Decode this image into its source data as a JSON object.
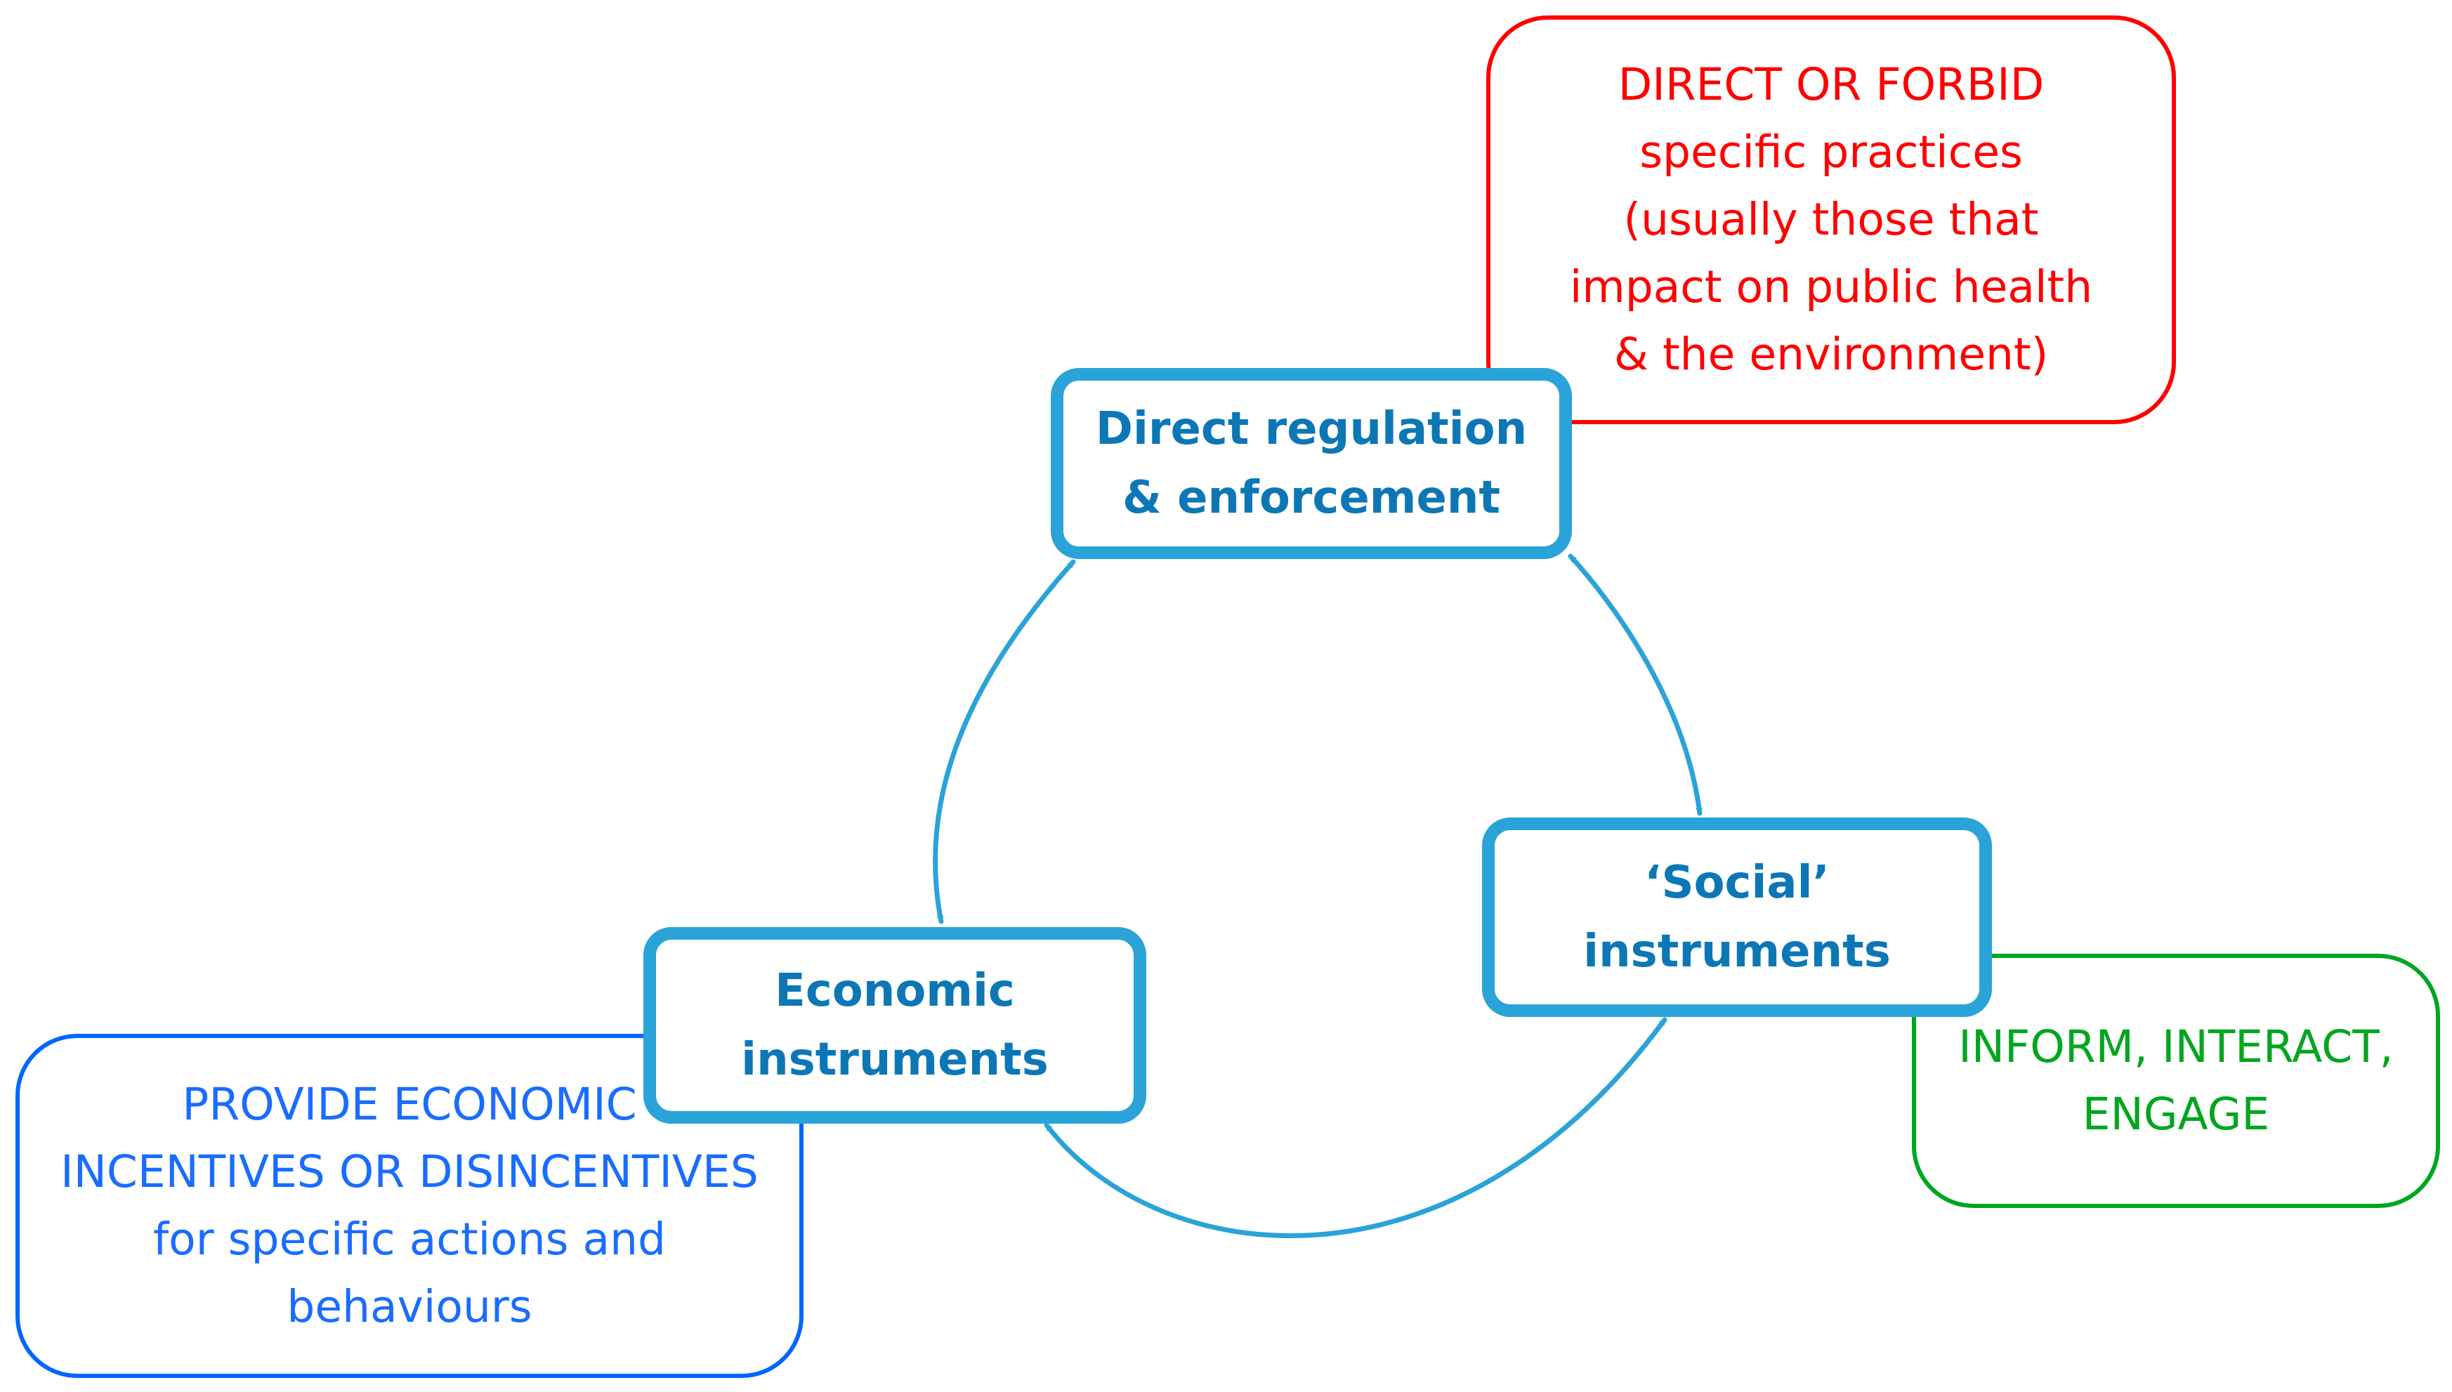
{
  "nodes": {
    "direct_regulation": [
      "Direct regulation",
      "& enforcement"
    ],
    "social": [
      "‘Social’",
      "instruments"
    ],
    "economic": [
      "Economic",
      "instruments"
    ]
  },
  "callouts": {
    "direct": [
      "DIRECT OR FORBID",
      "specific practices",
      "(usually those that",
      "impact on public health",
      "& the environment)"
    ],
    "economic": [
      "PROVIDE ECONOMIC",
      "INCENTIVES OR DISINCENTIVES",
      "for specific actions and",
      "behaviours"
    ],
    "social": [
      "INFORM, INTERACT,",
      "ENGAGE"
    ]
  },
  "colors": {
    "node_border": "#2aa3d8",
    "node_text": "#0d77b6",
    "arrow": "#2aa3d8",
    "direct_callout": "#ff0000",
    "economic_callout": "#0066ff",
    "social_callout": "#00a61e"
  },
  "connectors": [
    {
      "from": "direct_regulation",
      "to": "economic",
      "style": "bidirectional-curved"
    },
    {
      "from": "direct_regulation",
      "to": "social",
      "style": "bidirectional-curved"
    },
    {
      "from": "economic",
      "to": "social",
      "style": "bidirectional-curved"
    }
  ]
}
